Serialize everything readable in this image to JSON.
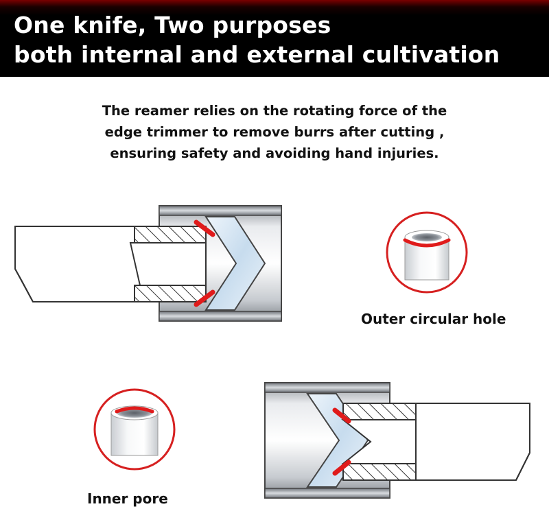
{
  "header": {
    "line1": "One knife, Two purposes",
    "line2": "both internal and external cultivation"
  },
  "description": {
    "line1": "The reamer relies on the rotating force of the",
    "line2": "edge trimmer to remove burrs after cutting ,",
    "line3": "ensuring safety and avoiding hand injuries."
  },
  "captions": {
    "outer": "Outer circular hole",
    "inner": "Inner pore"
  },
  "colors": {
    "banner": "#000000",
    "banner_edge": "#7a0000",
    "accent": "#e01b1b",
    "text": "#111111",
    "steel": "#b8bcc2",
    "blade": "#d3e4f2"
  },
  "icons": {
    "figure1": "pipe-in-reamer-diagram",
    "figure2": "pipe-outer-edge-icon",
    "figure3": "pipe-inner-edge-icon",
    "figure4": "pipe-in-reamer-diagram"
  }
}
